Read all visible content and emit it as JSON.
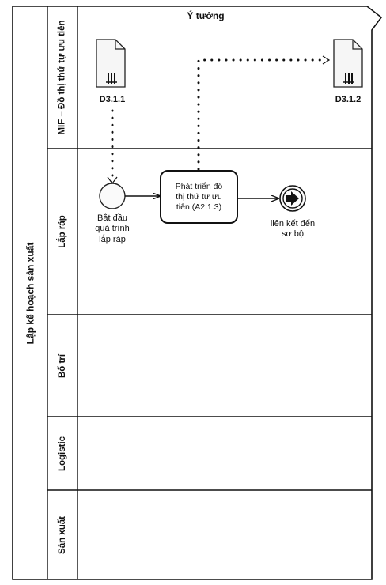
{
  "pool": {
    "label": "Lập kế hoạch sản xuất"
  },
  "lanes": [
    {
      "label": "MIF – Đồ thị thứ tự ưu tiên"
    },
    {
      "label": "Lắp ráp"
    },
    {
      "label": "Bố trí"
    },
    {
      "label": "Logistic"
    },
    {
      "label": "Sản xuất"
    }
  ],
  "phase": {
    "label": "Ý tưởng"
  },
  "documents": [
    {
      "id": "D3.1.1"
    },
    {
      "id": "D3.1.2"
    }
  ],
  "start_event": {
    "label_line1": "Bắt đầu",
    "label_line2": "quá trình",
    "label_line3": "lắp ráp"
  },
  "task": {
    "label_line1": "Phát triển đồ",
    "label_line2": "thị thứ tự ưu",
    "label_line3": "tiên (A2.1.3)"
  },
  "link_event": {
    "label_line1": "liên kết đến",
    "label_line2": "sơ bộ"
  }
}
